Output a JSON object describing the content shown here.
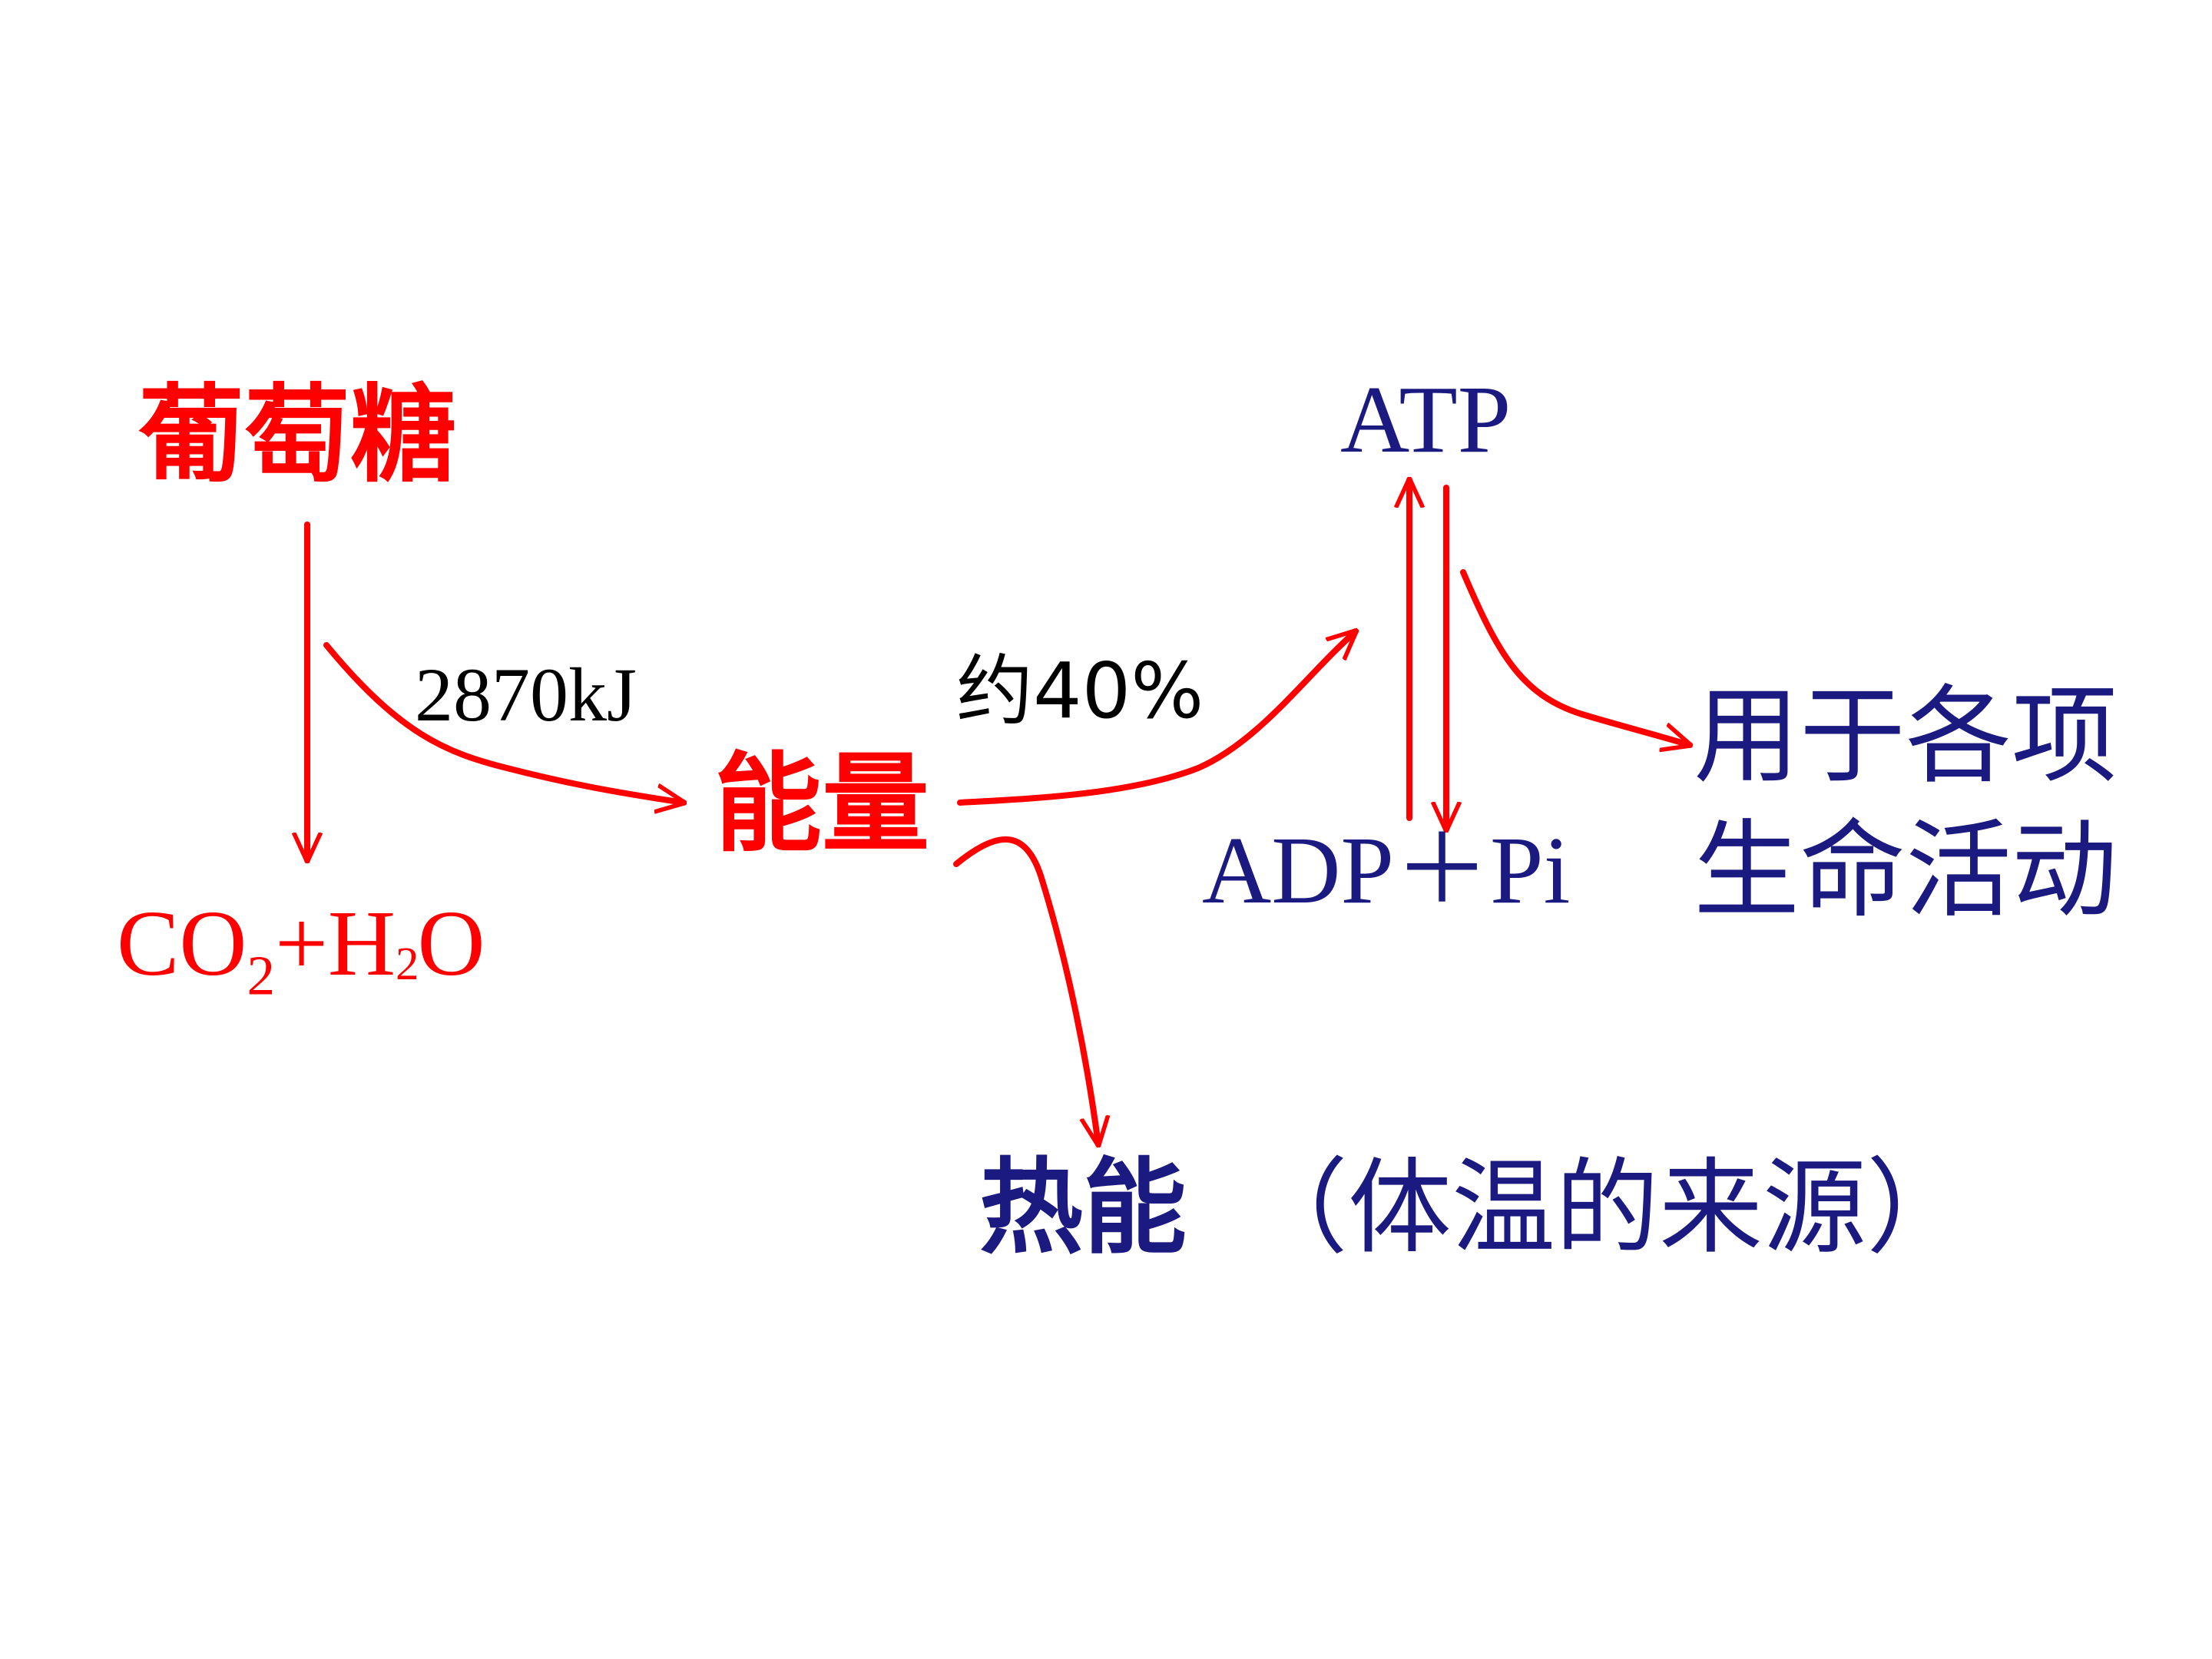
{
  "nodes": {
    "glucose": "葡萄糖",
    "products_co": "CO",
    "products_co_sub": "2",
    "products_plus": "+H",
    "products_h_sub": "2",
    "products_o": "O",
    "energy": "能量",
    "atp": "ATP",
    "adp_pi": "ADP＋Pi",
    "life_activities_line1": "用于各项",
    "life_activities_line2": "生命活动",
    "heat": "热能",
    "heat_note": "（体温的来源）"
  },
  "edge_labels": {
    "total_energy": "2870kJ",
    "atp_fraction": "约40%"
  },
  "colors": {
    "arrow": "#ff0000",
    "source_text": "#ff0000",
    "product_text": "#1a1a80",
    "label_text": "#000000"
  }
}
